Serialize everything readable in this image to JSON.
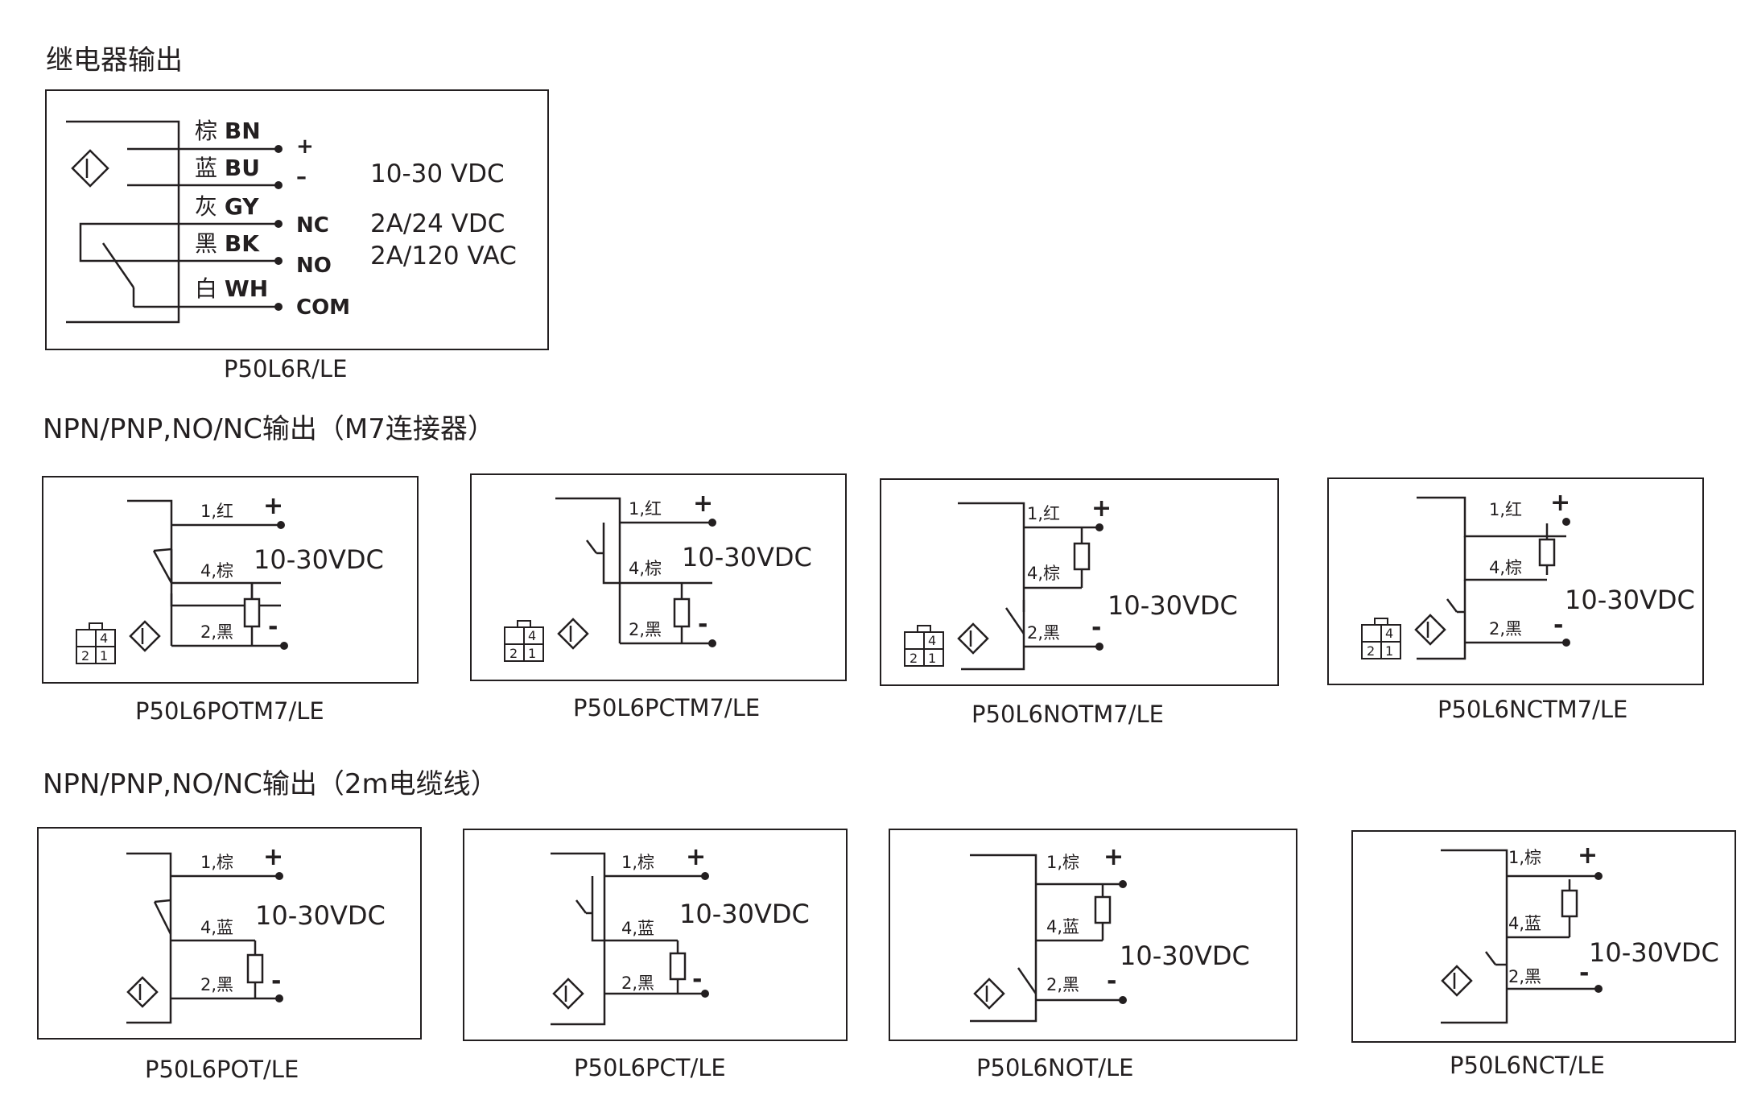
{
  "sections": {
    "relay": "继电器输出",
    "m7": "NPN/PNP,NO/NC输出（M7连接器）",
    "cable": "NPN/PNP,NO/NC输出（2m电缆线）"
  },
  "relay": {
    "model": "P50L6R/LE",
    "wires": [
      {
        "color": "棕",
        "code": "BN",
        "terminal": "+"
      },
      {
        "color": "蓝",
        "code": "BU",
        "terminal": "–"
      },
      {
        "color": "灰",
        "code": "GY",
        "terminal": "NC"
      },
      {
        "color": "黑",
        "code": "BK",
        "terminal": "NO"
      },
      {
        "color": "白",
        "code": "WH",
        "terminal": "COM"
      }
    ],
    "supply": "10-30 VDC",
    "rating_dc": "2A/24 VDC",
    "rating_ac": "2A/120 VAC"
  },
  "m7": [
    {
      "model": "P50L6POTM7/LE",
      "pins": [
        "1,红",
        "4,棕",
        "2,黑"
      ],
      "plus": "+",
      "minus": "-",
      "voltage": "10-30VDC",
      "connector": [
        "4",
        "2",
        "1"
      ]
    },
    {
      "model": "P50L6PCTM7/LE",
      "pins": [
        "1,红",
        "4,棕",
        "2,黑"
      ],
      "plus": "+",
      "minus": "-",
      "voltage": "10-30VDC",
      "connector": [
        "4",
        "2",
        "1"
      ]
    },
    {
      "model": "P50L6NOTM7/LE",
      "pins": [
        "1,红",
        "4,棕",
        "2,黑"
      ],
      "plus": "+",
      "minus": "-",
      "voltage": "10-30VDC",
      "connector": [
        "4",
        "2",
        "1"
      ]
    },
    {
      "model": "P50L6NCTM7/LE",
      "pins": [
        "1,红",
        "4,棕",
        "2,黑"
      ],
      "plus": "+",
      "minus": "-",
      "voltage": "10-30VDC",
      "connector": [
        "4",
        "2",
        "1"
      ]
    }
  ],
  "cable": [
    {
      "model": "P50L6POT/LE",
      "pins": [
        "1,棕",
        "4,蓝",
        "2,黑"
      ],
      "plus": "+",
      "minus": "-",
      "voltage": "10-30VDC"
    },
    {
      "model": "P50L6PCT/LE",
      "pins": [
        "1,棕",
        "4,蓝",
        "2,黑"
      ],
      "plus": "+",
      "minus": "-",
      "voltage": "10-30VDC"
    },
    {
      "model": "P50L6NOT/LE",
      "pins": [
        "1,棕",
        "4,蓝",
        "2,黑"
      ],
      "plus": "+",
      "minus": "-",
      "voltage": "10-30VDC"
    },
    {
      "model": "P50L6NCT/LE",
      "pins": [
        "1,棕",
        "4,蓝",
        "2,黑"
      ],
      "plus": "+",
      "minus": "-",
      "voltage": "10-30VDC"
    }
  ]
}
